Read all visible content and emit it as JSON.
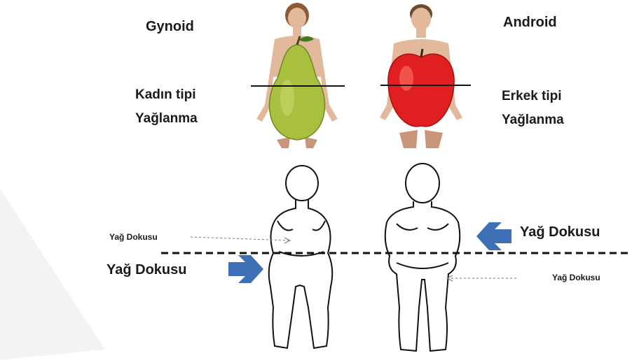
{
  "labels": {
    "gynoid": "Gynoid",
    "android": "Android",
    "female_line1": "Kadın tipi",
    "female_line2": "Yağlanma",
    "male_line1": "Erkek tipi",
    "male_line2": "Yağlanma",
    "fat_left_small": "Yağ Dokusu",
    "fat_left_big": "Yağ Dokusu",
    "fat_right_big": "Yağ Dokusu",
    "fat_right_small": "Yağ Dokusu"
  },
  "icons": {
    "female_figure": "woman-pear-shape-icon",
    "male_figure": "man-apple-shape-icon",
    "pear": "pear-icon",
    "apple": "apple-icon",
    "arrow": "blue-arrow-icon"
  },
  "colors": {
    "text": "#1a1a1a",
    "skin": "#e3b99c",
    "skin_shadow": "#c9957a",
    "hair_female": "#8a5a34",
    "hair_male": "#6b4a30",
    "pear": "#a9bf3f",
    "pear_dark": "#7f9a25",
    "apple": "#e02020",
    "apple_dark": "#a81010",
    "arrow": "#3f6fb5",
    "outline": "#111111",
    "watermark": "#f0f0f0"
  }
}
